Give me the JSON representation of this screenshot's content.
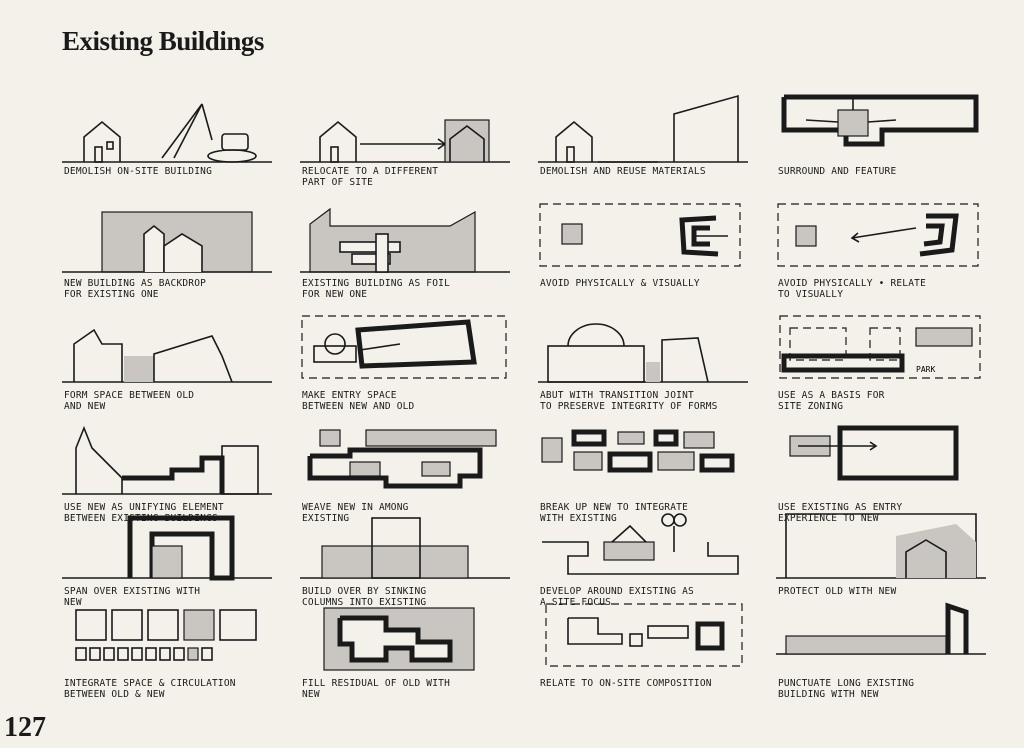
{
  "page": {
    "title": "Existing Buildings",
    "page_number": "127"
  },
  "captions": [
    "DEMOLISH ON-SITE BUILDING",
    "RELOCATE TO A DIFFERENT\nPART OF SITE",
    "DEMOLISH AND REUSE MATERIALS",
    "SURROUND AND FEATURE",
    "NEW BUILDING AS BACKDROP\nFOR EXISTING ONE",
    "EXISTING BUILDING AS FOIL\nFOR NEW ONE",
    "AVOID PHYSICALLY & VISUALLY",
    "AVOID PHYSICALLY • RELATE\nTO VISUALLY",
    "FORM SPACE BETWEEN OLD\nAND NEW",
    "MAKE ENTRY SPACE\nBETWEEN NEW AND OLD",
    "ABUT WITH TRANSITION JOINT\nTO PRESERVE INTEGRITY OF FORMS",
    "USE AS A BASIS FOR\nSITE ZONING",
    "USE NEW AS UNIFYING ELEMENT\nBETWEEN EXISTING BUILDINGS",
    "WEAVE NEW IN AMONG\nEXISTING",
    "BREAK UP NEW TO INTEGRATE\nWITH EXISTING",
    "USE EXISTING AS ENTRY\nEXPERIENCE TO NEW",
    "SPAN OVER EXISTING WITH\nNEW",
    "BUILD OVER BY SINKING\nCOLUMNS INTO EXISTING",
    "DEVELOP AROUND EXISTING AS\nA SITE FOCUS",
    "PROTECT OLD WITH NEW",
    "INTEGRATE SPACE & CIRCULATION\nBETWEEN OLD & NEW",
    "FILL RESIDUAL OF OLD WITH\nNEW",
    "RELATE TO ON-SITE COMPOSITION",
    "PUNCTUATE LONG EXISTING\nBUILDING WITH NEW"
  ],
  "sketch_label": "PARK"
}
